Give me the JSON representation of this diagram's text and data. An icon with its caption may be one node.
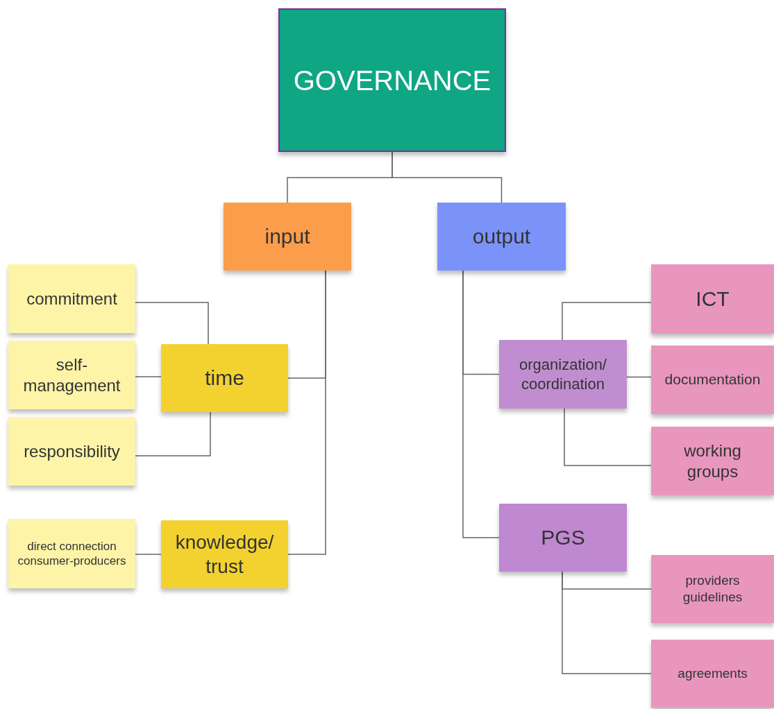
{
  "diagram": {
    "nodes": [
      {
        "text": [
          "GOVERNANCE"
        ]
      },
      {
        "text": [
          "input"
        ]
      },
      {
        "text": [
          "output"
        ]
      },
      {
        "text": [
          "commitment"
        ]
      },
      {
        "text": [
          "self-management"
        ]
      },
      {
        "text": [
          "responsibility"
        ]
      },
      {
        "text": [
          "time"
        ]
      },
      {
        "text": [
          "direct connection consumer-producers"
        ]
      },
      {
        "text": [
          "knowledge/ trust"
        ]
      },
      {
        "text": [
          "ICT"
        ]
      },
      {
        "text": [
          "organization/ coordination"
        ]
      },
      {
        "text": [
          "documentation"
        ]
      },
      {
        "text": [
          "working groups"
        ]
      },
      {
        "text": [
          "PGS"
        ]
      },
      {
        "text": [
          "providers guidelines"
        ]
      },
      {
        "text": [
          "agreements"
        ]
      }
    ],
    "edges": [
      {
        "from": 0,
        "to": 1,
        "arrow": "none"
      },
      {
        "from": 0,
        "to": 2,
        "arrow": "none"
      },
      {
        "from": 1,
        "to": 6,
        "arrow": "none"
      },
      {
        "from": 1,
        "to": 8,
        "arrow": "none"
      },
      {
        "from": 3,
        "to": 6,
        "arrow": "none"
      },
      {
        "from": 4,
        "to": 6,
        "arrow": "none"
      },
      {
        "from": 5,
        "to": 6,
        "arrow": "none"
      },
      {
        "from": 7,
        "to": 8,
        "arrow": "none"
      },
      {
        "from": 2,
        "to": 10,
        "arrow": "none"
      },
      {
        "from": 2,
        "to": 13,
        "arrow": "none"
      },
      {
        "from": 9,
        "to": 10,
        "arrow": "none"
      },
      {
        "from": 11,
        "to": 10,
        "arrow": "none"
      },
      {
        "from": 12,
        "to": 10,
        "arrow": "none"
      },
      {
        "from": 13,
        "to": 14,
        "arrow": "none"
      },
      {
        "from": 13,
        "to": 15,
        "arrow": "none"
      }
    ]
  }
}
